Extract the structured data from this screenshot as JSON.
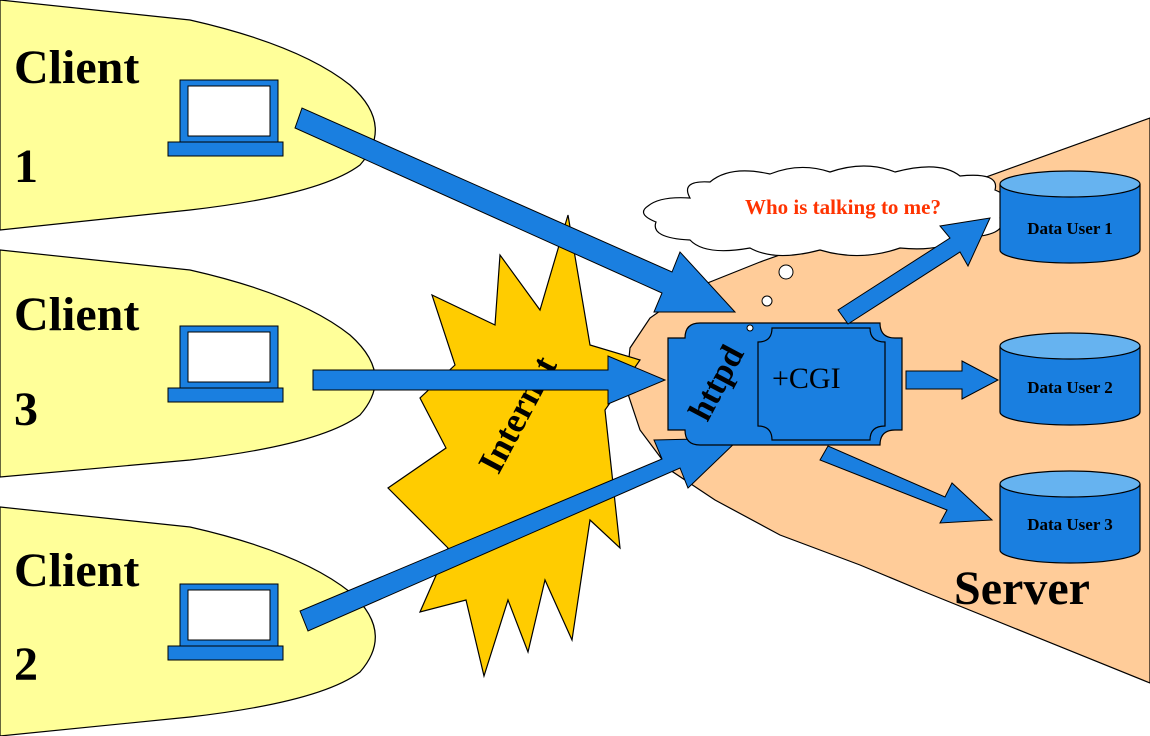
{
  "colors": {
    "client_fill": "#ffff99",
    "server_fill": "#ffcc99",
    "internet_fill": "#ffcc00",
    "arrow_fill": "#1a7fe0",
    "box_fill": "#1a7fe0",
    "db_top": "#66b3f0",
    "question_text": "#ff3300"
  },
  "clients": [
    {
      "label": "Client",
      "number": "1"
    },
    {
      "label": "Client",
      "number": "3"
    },
    {
      "label": "Client",
      "number": "2"
    }
  ],
  "internet": {
    "label": "Internet"
  },
  "server": {
    "label": "Server",
    "httpd_label": "httpd",
    "cgi_label": "+CGI",
    "thought": "Who is talking to me?",
    "databases": [
      "Data User 1",
      "Data User 2",
      "Data User 3"
    ]
  }
}
